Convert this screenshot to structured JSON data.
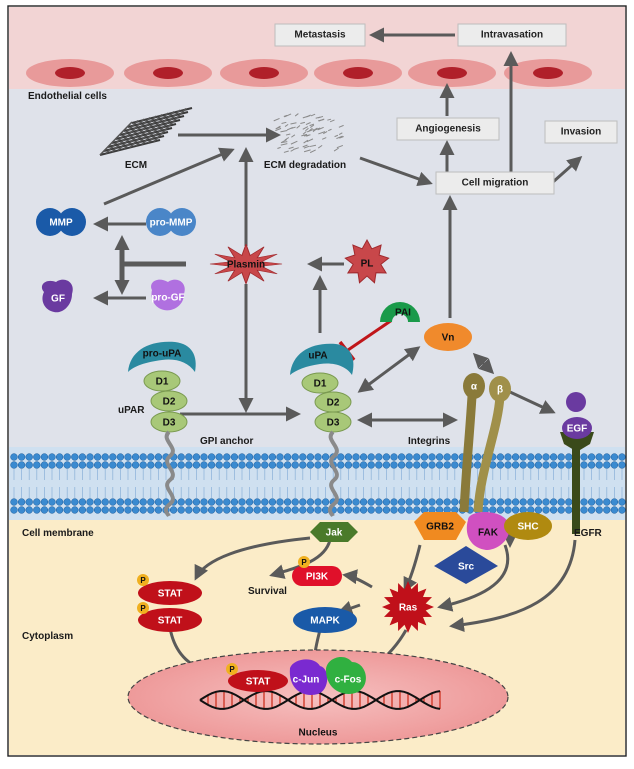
{
  "regions": {
    "endothelial": "Endothelial cells",
    "membrane": "Cell membrane",
    "cytoplasm": "Cytoplasm",
    "nucleus": "Nucleus"
  },
  "boxes": {
    "metastasis": "Metastasis",
    "intravasation": "Intravasation",
    "angiogenesis": "Angiogenesis",
    "invasion": "Invasion",
    "cell_migration": "Cell migration"
  },
  "labels": {
    "ecm": "ECM",
    "ecm_degradation": "ECM degradation",
    "upar": "uPAR",
    "gpi_anchor": "GPI anchor",
    "integrins": "Integrins",
    "egfr": "EGFR",
    "survival": "Survival"
  },
  "nodes": {
    "mmp": "MMP",
    "pro_mmp": "pro-MMP",
    "gf": "GF",
    "pro_gf": "pro-GF",
    "plasmin": "Plasmin",
    "pl": "PL",
    "pai": "PAI",
    "vn": "Vn",
    "pro_upa": "pro-uPA",
    "upa": "uPA",
    "d1": "D1",
    "d2": "D2",
    "d3": "D3",
    "alpha": "α",
    "beta": "β",
    "egf": "EGF",
    "jak": "Jak",
    "grb2": "GRB2",
    "fak": "FAK",
    "shc": "SHC",
    "src": "Src",
    "pi3k": "PI3K",
    "ras": "Ras",
    "mapk": "MAPK",
    "stat": "STAT",
    "p": "P",
    "cjun": "c-Jun",
    "cfos": "c-Fos"
  },
  "colors": {
    "endothelial_bg": "#f2d4d4",
    "extracellular_bg": "#dfe2ea",
    "cytoplasm_bg": "#fbecc8",
    "nucleus_fill": "#f3a8a8",
    "arrow": "#5a5a5a",
    "inhibit": "#c0161a",
    "mmp": "#1a5aa8",
    "gf": "#6a3aa0",
    "plasmin": "#c8474a",
    "vn": "#f08a2c",
    "pai": "#1a9a4a",
    "upa": "#2a8aa0",
    "domain": "#a8c878",
    "integrin": "#8a7a3a",
    "egfr": "#3a4a1a",
    "jak": "#4a7a2a",
    "grb2": "#f08a20",
    "fak": "#d050c0",
    "shc": "#b08a10",
    "src": "#2a4a9a",
    "ras": "#c0101a",
    "pi3k": "#e0102a",
    "stat": "#c0101a"
  }
}
